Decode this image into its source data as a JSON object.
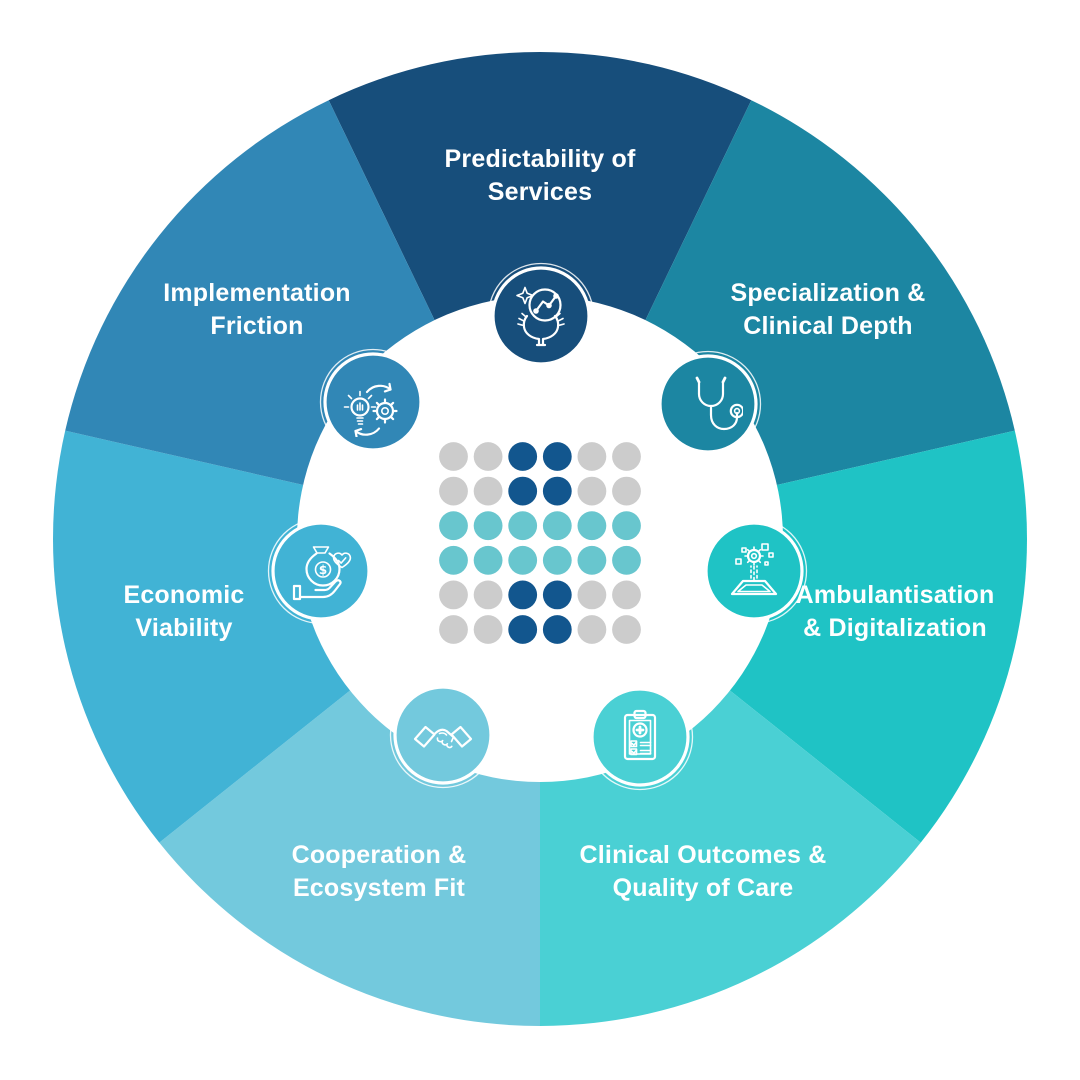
{
  "segments": [
    {
      "label": "Predictability of\nServices",
      "color": "#174e7b",
      "icon": "hands-chart-icon"
    },
    {
      "label": "Specialization &\nClinical Depth",
      "color": "#1c86a2",
      "icon": "stethoscope-icon"
    },
    {
      "label": "Ambulantisation\n& Digitalization",
      "color": "#1fc3c5",
      "icon": "digitalization-icon"
    },
    {
      "label": "Clinical Outcomes &\nQuality of Care",
      "color": "#4ad0d4",
      "icon": "clipboard-check-icon"
    },
    {
      "label": "Cooperation &\nEcosystem Fit",
      "color": "#73c9dd",
      "icon": "handshake-icon"
    },
    {
      "label": "Economic\nViability",
      "color": "#41b3d5",
      "icon": "money-hand-icon"
    },
    {
      "label": "Implementation\nFriction",
      "color": "#3187b6",
      "icon": "bulb-gear-cycle-icon"
    }
  ],
  "center_dots": {
    "pattern": [
      "GGNNGG",
      "GGNNGG",
      "TTTTTT",
      "TTTTTT",
      "GGNNGG",
      "GGNNGG"
    ],
    "colors": {
      "G": "#cccccc",
      "N": "#12568e",
      "T": "#68c6ce"
    }
  },
  "inner_circle_color": "#ffffff",
  "label_color": "#ffffff"
}
